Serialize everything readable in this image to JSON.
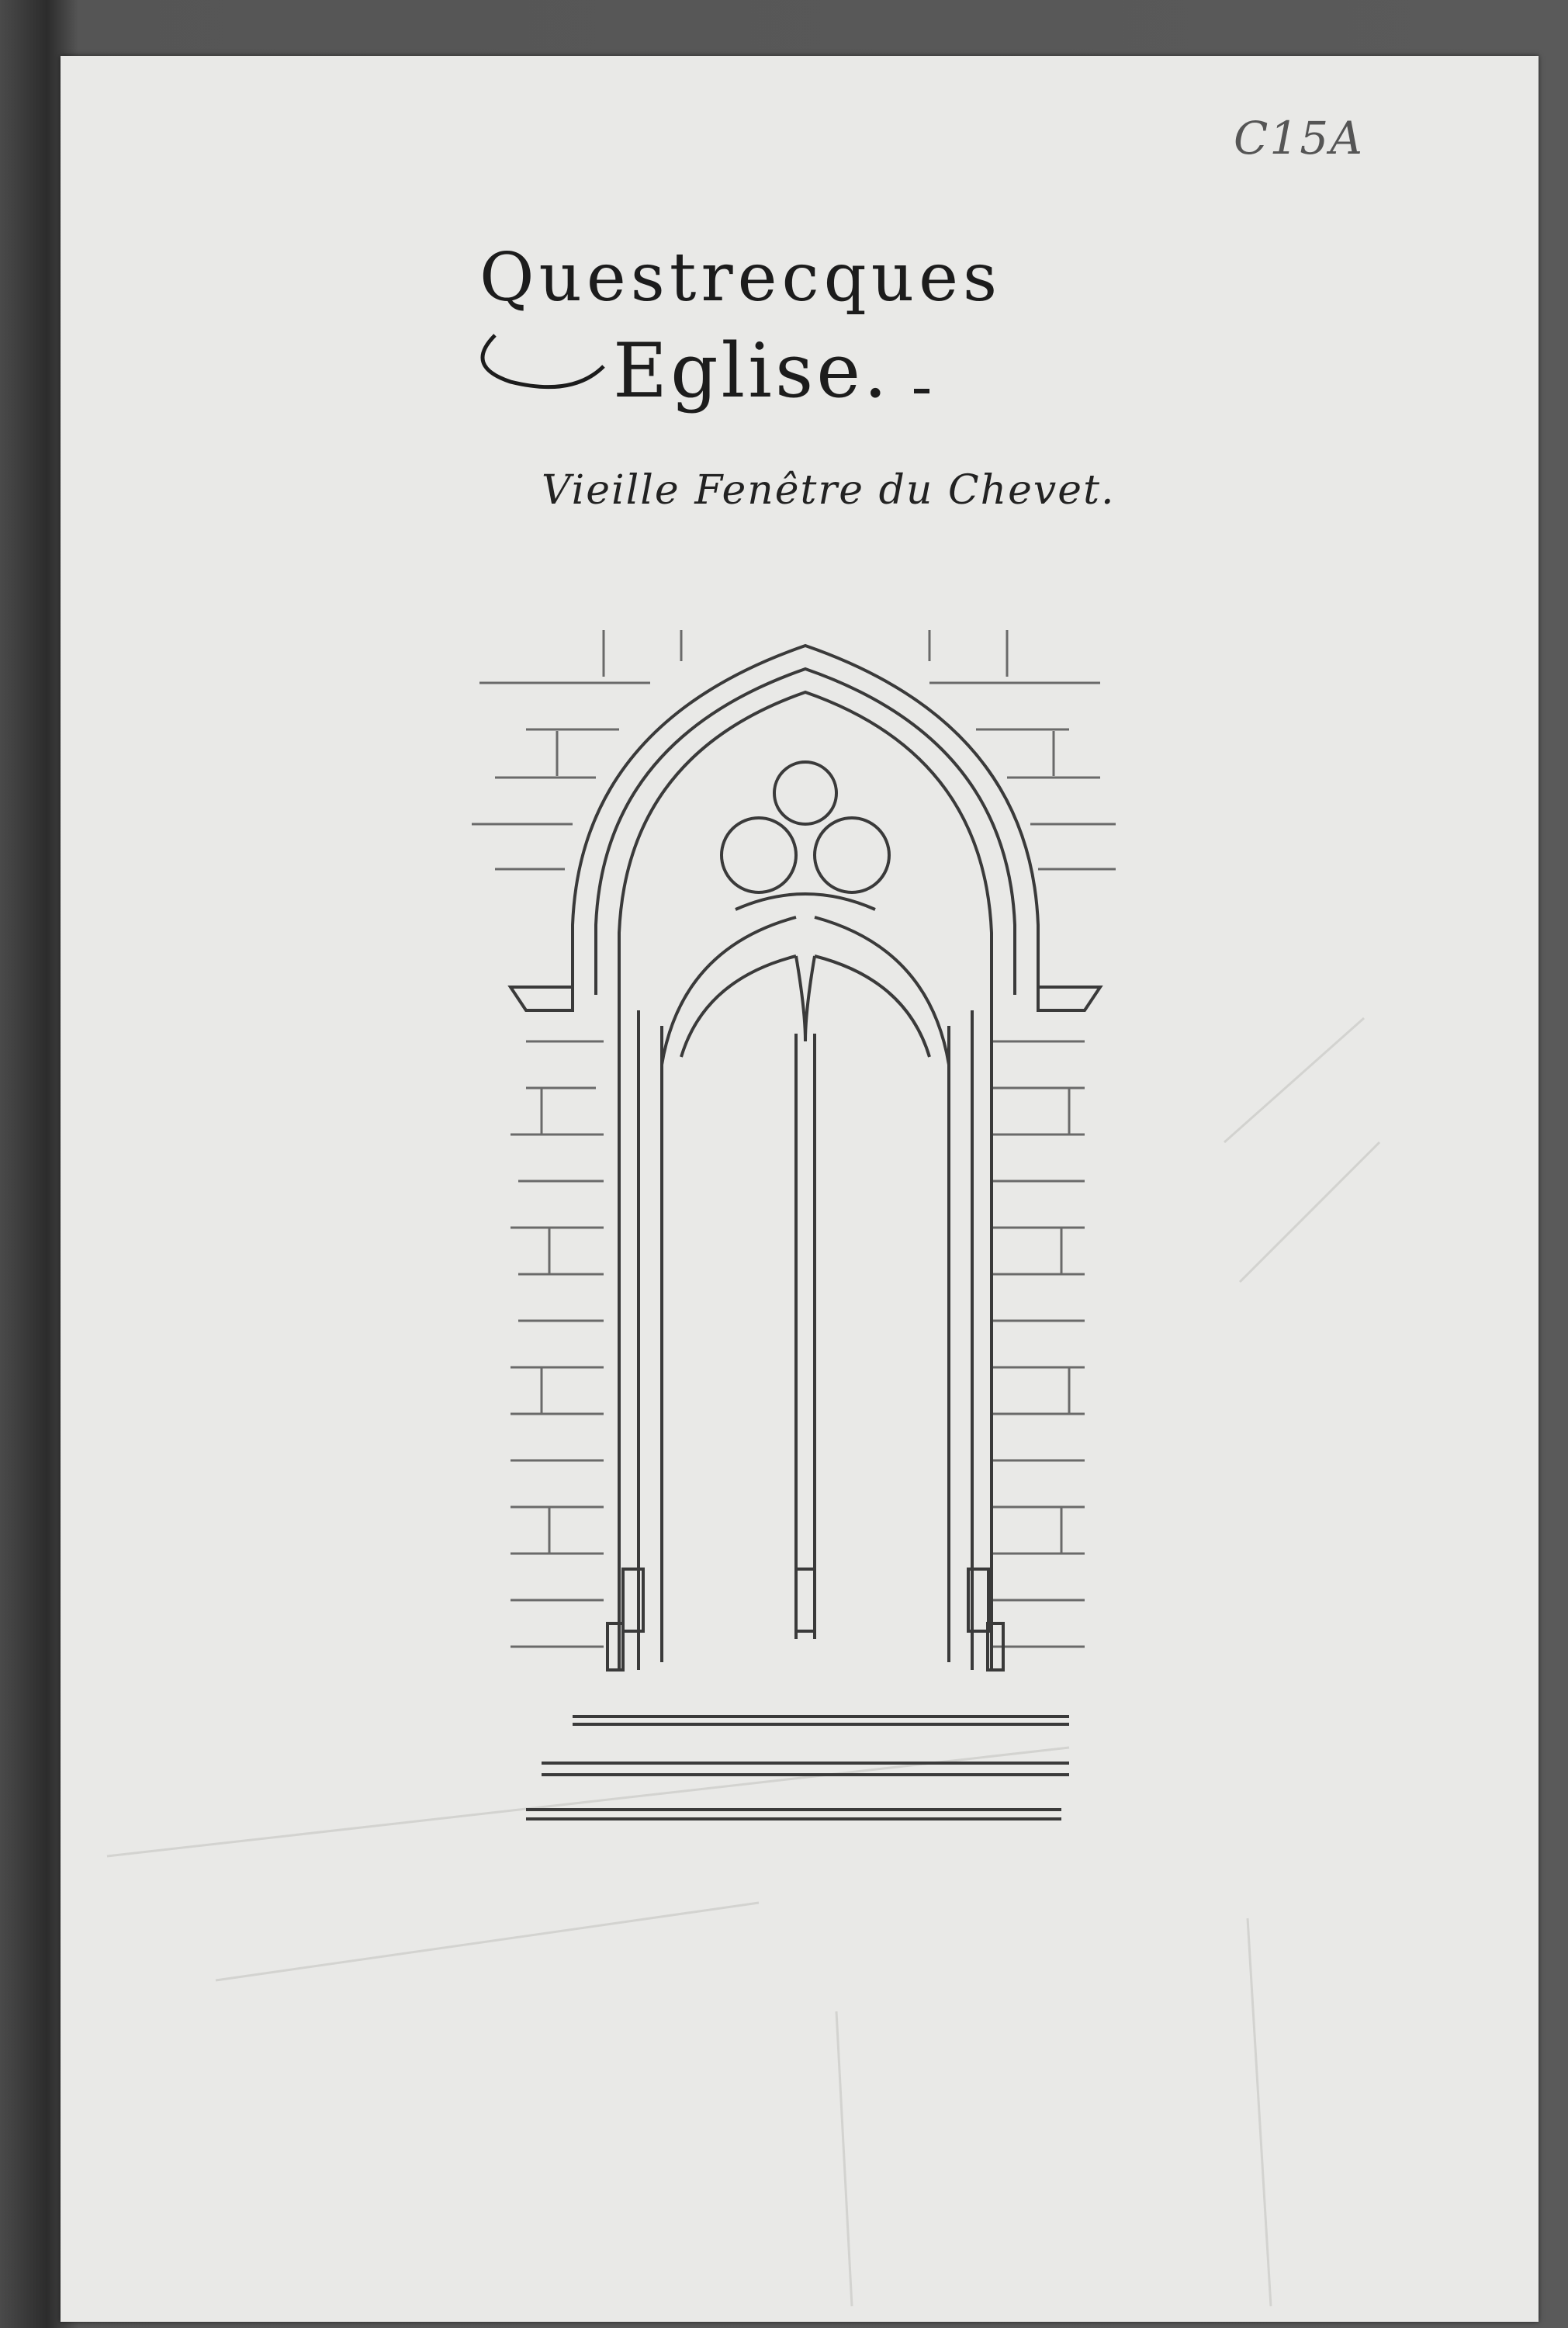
{
  "document": {
    "reference_code": "C15A",
    "title_line_1": "Questrecques",
    "title_line_2": "Eglise.",
    "caption": "Vieille Fenêtre du Chevet."
  },
  "colors": {
    "paper": "#e9e9e7",
    "ink": "#1c1c1c",
    "pencil": "#6a6a6a"
  }
}
